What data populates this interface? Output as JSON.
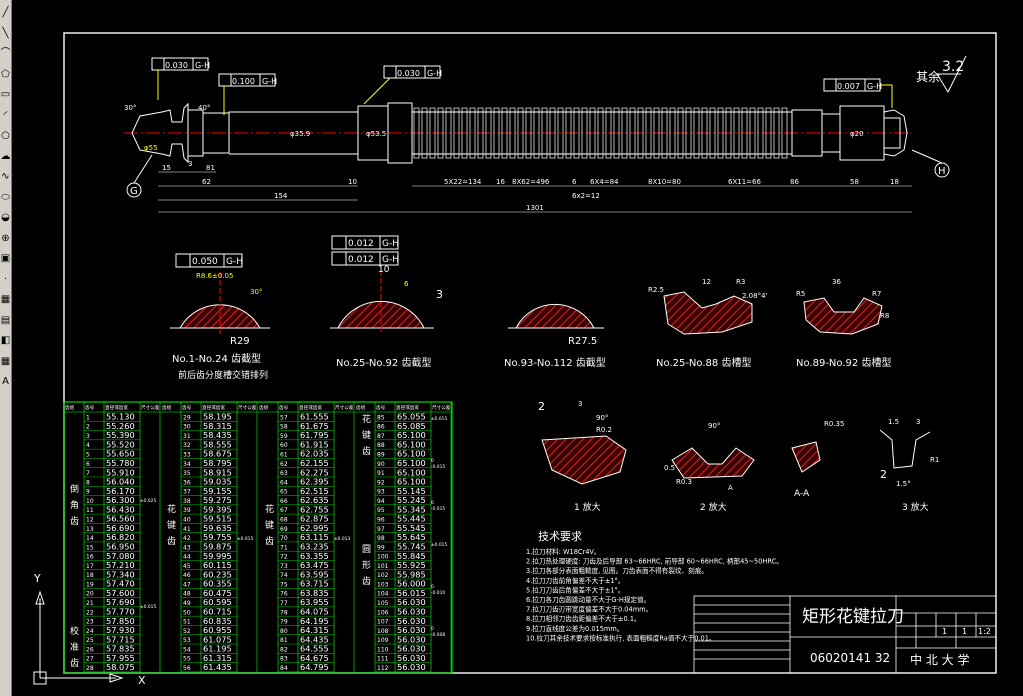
{
  "toolbar": {
    "tools": [
      {
        "name": "line-tool",
        "glyph": "╱"
      },
      {
        "name": "construction-line-tool",
        "glyph": "╲"
      },
      {
        "name": "polyline-tool",
        "glyph": "⌒"
      },
      {
        "name": "polygon-tool",
        "glyph": "⬠"
      },
      {
        "name": "rectangle-tool",
        "glyph": "▭"
      },
      {
        "name": "arc-tool",
        "glyph": "◜"
      },
      {
        "name": "circle-tool",
        "glyph": "○"
      },
      {
        "name": "revcloud-tool",
        "glyph": "☁"
      },
      {
        "name": "spline-tool",
        "glyph": "∿"
      },
      {
        "name": "ellipse-tool",
        "glyph": "⬭"
      },
      {
        "name": "ellipse-arc-tool",
        "glyph": "◒"
      },
      {
        "name": "insert-block-tool",
        "glyph": "⊕"
      },
      {
        "name": "make-block-tool",
        "glyph": "▣"
      },
      {
        "name": "point-tool",
        "glyph": "·"
      },
      {
        "name": "hatch-tool",
        "glyph": "▦"
      },
      {
        "name": "gradient-tool",
        "glyph": "▤"
      },
      {
        "name": "region-tool",
        "glyph": "◧"
      },
      {
        "name": "table-tool",
        "glyph": "▦"
      },
      {
        "name": "multiline-text-tool",
        "glyph": "A"
      }
    ]
  },
  "drawing": {
    "roughness": {
      "label": "其余",
      "value": "3.2"
    },
    "tolerances": {
      "t1": {
        "val": "0.030",
        "datum": "G-H"
      },
      "t2": {
        "val": "0.100",
        "datum": "G-H"
      },
      "t3": {
        "val": "0.030",
        "datum": "G-H"
      },
      "t4": {
        "val": "0.007",
        "datum": "G-H"
      },
      "t5": {
        "val": "0.050",
        "datum": "G-H"
      },
      "t6": {
        "val": "0.012",
        "datum": "G-H"
      },
      "t7": {
        "val": "0.012",
        "datum": "G-H"
      }
    },
    "datums": {
      "g": "G",
      "h": "H"
    },
    "dims": {
      "d15": "15",
      "d3": "3",
      "d81": "81",
      "d62": "62",
      "d154": "154",
      "d10": "10",
      "d16": "16",
      "d6": "6",
      "d86": "86",
      "d58": "58",
      "d18": "18",
      "d1301": "1301",
      "d6x2": "6x2=12",
      "p1": "5X22=134",
      "p2": "8X62=496",
      "p3": "6X4=84",
      "p4": "8X10=80",
      "p5": "6X11=66",
      "a30": "30°",
      "a40": "40°",
      "dia1": "φ35.9",
      "dia2": "φ53.5",
      "dia3": "φ55",
      "dia4": "φ20"
    },
    "sections": {
      "s1": {
        "label": "No.1-No.24 齿截型",
        "note": "前后齿分度槽交错排列",
        "r": "R29",
        "dim": "R8.6±0.05",
        "ang": "30°"
      },
      "s2": {
        "label": "No.25-No.92 齿截型",
        "r": "3",
        "w": "10",
        "d": "6"
      },
      "s3": {
        "label": "No.93-No.112 齿截型",
        "r": "R27.5"
      },
      "s4": {
        "label": "No.25-No.88 齿槽型",
        "d1": "R2.5",
        "d2": "R3",
        "d3": "12",
        "d4": "2.08°4'"
      },
      "s5": {
        "label": "No.89-No.92 齿槽型",
        "d1": "R5",
        "d2": "R7",
        "d3": "36",
        "d4": "R8"
      },
      "v1": {
        "label": "1 放大",
        "a": "2",
        "b": "3",
        "c": "90°",
        "d": "R0.2"
      },
      "v2": {
        "label": "2 放大",
        "a": "90°",
        "b": "R0.3",
        "c": "0.5",
        "d": "A"
      },
      "vA": {
        "label": "A-A",
        "a": "R0.35"
      },
      "v3": {
        "label": "3 放大",
        "a": "2",
        "b": "1.5",
        "c": "3",
        "d": "R1",
        "e": "1.5°"
      }
    },
    "tech": {
      "heading": "技术要求",
      "items": [
        "1.拉刀材料: W18Cr4V。",
        "2.拉刀热处理硬度: 刀齿及后导部 63~66HRC, 前导部 60~66HRC, 柄部45~50HRC。",
        "3.拉刀各部分表面粗糙度, 见图。刀齿表面不得有裂纹、刻痕。",
        "4.拉刀刀齿前角偏差不大于±1°。",
        "5.拉刀刀齿后角偏差不大于±1°。",
        "6.拉刀各刀齿圆跳动量不大于G-H规定值。",
        "7.拉刀刀齿刃带宽度偏差不大于0.04mm。",
        "8.拉刀相邻刀齿齿距偏差不大于±0.1。",
        "9.拉刀直线度公差为0.015mm。",
        "10.拉刀其余技术要求按标准执行, 表面粗糙度Ra值不大于0.01。"
      ]
    },
    "title_block": {
      "name": "矩形花键拉刀",
      "number": "06020141 32",
      "school": "中 北 大 学",
      "ratio": "1:2",
      "sheet": "1",
      "total": "1"
    },
    "table": {
      "headers": [
        "齿组",
        "齿号",
        "直径或齿宽",
        "尺寸公差"
      ],
      "groups": [
        {
          "label": "倒角齿",
          "tol": "±0.025"
        },
        {
          "label": "校准齿",
          "tol": "±0.015"
        },
        {
          "label": "花键齿",
          "tol": "±0.015"
        },
        {
          "label": "花键齿",
          "tol": "±0.013"
        },
        {
          "label": "花键齿",
          "tol": "±0.015"
        },
        {
          "label": "圆形齿",
          "tol": "±0.008"
        }
      ],
      "col1": [
        [
          "1",
          "55.130"
        ],
        [
          "2",
          "55.260"
        ],
        [
          "3",
          "55.390"
        ],
        [
          "4",
          "55.520"
        ],
        [
          "5",
          "55.650"
        ],
        [
          "6",
          "55.780"
        ],
        [
          "7",
          "55.910"
        ],
        [
          "8",
          "56.040"
        ],
        [
          "9",
          "56.170"
        ],
        [
          "10",
          "56.300"
        ],
        [
          "11",
          "56.430"
        ],
        [
          "12",
          "56.560"
        ],
        [
          "13",
          "56.690"
        ],
        [
          "14",
          "56.820"
        ],
        [
          "15",
          "56.950"
        ],
        [
          "16",
          "57.080"
        ],
        [
          "17",
          "57.210"
        ],
        [
          "18",
          "57.340"
        ],
        [
          "19",
          "57.470"
        ],
        [
          "20",
          "57.600"
        ],
        [
          "21",
          "57.690"
        ],
        [
          "22",
          "57.770"
        ],
        [
          "23",
          "57.850"
        ],
        [
          "24",
          "57.930"
        ],
        [
          "25",
          "57.715"
        ],
        [
          "26",
          "57.835"
        ],
        [
          "27",
          "57.955"
        ],
        [
          "28",
          "58.075"
        ]
      ],
      "col2": [
        [
          "29",
          "58.195"
        ],
        [
          "30",
          "58.315"
        ],
        [
          "31",
          "58.435"
        ],
        [
          "32",
          "58.555"
        ],
        [
          "33",
          "58.675"
        ],
        [
          "34",
          "58.795"
        ],
        [
          "35",
          "58.915"
        ],
        [
          "36",
          "59.035"
        ],
        [
          "37",
          "59.155"
        ],
        [
          "38",
          "59.275"
        ],
        [
          "39",
          "59.395"
        ],
        [
          "40",
          "59.515"
        ],
        [
          "41",
          "59.635"
        ],
        [
          "42",
          "59.755"
        ],
        [
          "43",
          "59.875"
        ],
        [
          "44",
          "59.995"
        ],
        [
          "45",
          "60.115"
        ],
        [
          "46",
          "60.235"
        ],
        [
          "47",
          "60.355"
        ],
        [
          "48",
          "60.475"
        ],
        [
          "49",
          "60.595"
        ],
        [
          "50",
          "60.715"
        ],
        [
          "51",
          "60.835"
        ],
        [
          "52",
          "60.955"
        ],
        [
          "53",
          "61.075"
        ],
        [
          "54",
          "61.195"
        ],
        [
          "55",
          "61.315"
        ],
        [
          "56",
          "61.435"
        ]
      ],
      "col3": [
        [
          "57",
          "61.555"
        ],
        [
          "58",
          "61.675"
        ],
        [
          "59",
          "61.795"
        ],
        [
          "60",
          "61.915"
        ],
        [
          "61",
          "62.035"
        ],
        [
          "62",
          "62.155"
        ],
        [
          "63",
          "62.275"
        ],
        [
          "64",
          "62.395"
        ],
        [
          "65",
          "62.515"
        ],
        [
          "66",
          "62.635"
        ],
        [
          "67",
          "62.755"
        ],
        [
          "68",
          "62.875"
        ],
        [
          "69",
          "62.995"
        ],
        [
          "70",
          "63.115"
        ],
        [
          "71",
          "63.235"
        ],
        [
          "72",
          "63.355"
        ],
        [
          "73",
          "63.475"
        ],
        [
          "74",
          "63.595"
        ],
        [
          "75",
          "63.715"
        ],
        [
          "76",
          "63.835"
        ],
        [
          "77",
          "63.955"
        ],
        [
          "78",
          "64.075"
        ],
        [
          "79",
          "64.195"
        ],
        [
          "80",
          "64.315"
        ],
        [
          "81",
          "64.435"
        ],
        [
          "82",
          "64.555"
        ],
        [
          "83",
          "64.675"
        ],
        [
          "84",
          "64.795"
        ]
      ],
      "col4": [
        [
          "85",
          "65.055"
        ],
        [
          "86",
          "65.085"
        ],
        [
          "87",
          "65.100"
        ],
        [
          "88",
          "65.100"
        ],
        [
          "89",
          "65.100"
        ],
        [
          "90",
          "65.100"
        ],
        [
          "91",
          "65.100"
        ],
        [
          "92",
          "65.100"
        ],
        [
          "93",
          "55.145"
        ],
        [
          "94",
          "55.245"
        ],
        [
          "95",
          "55.345"
        ],
        [
          "96",
          "55.445"
        ],
        [
          "97",
          "55.545"
        ],
        [
          "98",
          "55.645"
        ],
        [
          "99",
          "55.745"
        ],
        [
          "100",
          "55.845"
        ],
        [
          "101",
          "55.925"
        ],
        [
          "102",
          "55.985"
        ],
        [
          "103",
          "56.000"
        ],
        [
          "104",
          "56.015"
        ],
        [
          "105",
          "56.030"
        ],
        [
          "106",
          "56.030"
        ],
        [
          "107",
          "56.030"
        ],
        [
          "108",
          "56.030"
        ],
        [
          "109",
          "56.030"
        ],
        [
          "110",
          "56.030"
        ],
        [
          "111",
          "56.030"
        ],
        [
          "112",
          "56.030"
        ]
      ],
      "tol4": [
        "±0.015",
        "0\n-0.015",
        "0\n-0.015",
        "±0.015",
        "0\n-0.010",
        "0\n-0.008"
      ]
    },
    "ucs": {
      "x": "X",
      "y": "Y"
    },
    "colors": {
      "frame": "#ffffff",
      "green": "#00ff00",
      "yellow": "#ffff00",
      "cyan": "#00ffff",
      "red": "#ff0000",
      "hatch": "#ff3030"
    }
  }
}
